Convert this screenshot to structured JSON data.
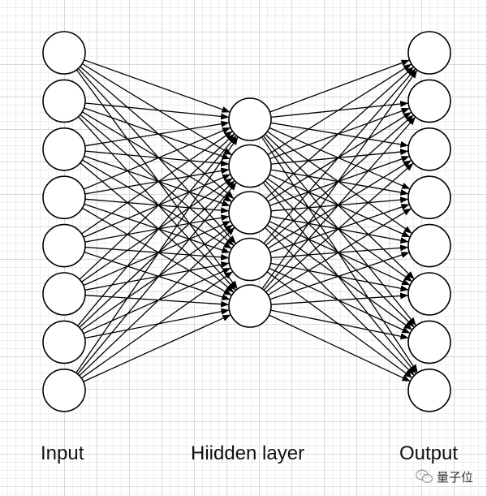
{
  "diagram": {
    "layers": [
      {
        "label": "Input",
        "nodes": 8
      },
      {
        "label": "Hiidden layer",
        "nodes": 5
      },
      {
        "label": "Output",
        "nodes": 8
      }
    ],
    "connections": "fully-connected",
    "colors": {
      "stroke": "#000000",
      "node_fill": "#ffffff",
      "grid": "#d9d9d9",
      "text": "#111111"
    }
  },
  "watermark": {
    "text": "量子位",
    "icon": "wechat-icon"
  }
}
